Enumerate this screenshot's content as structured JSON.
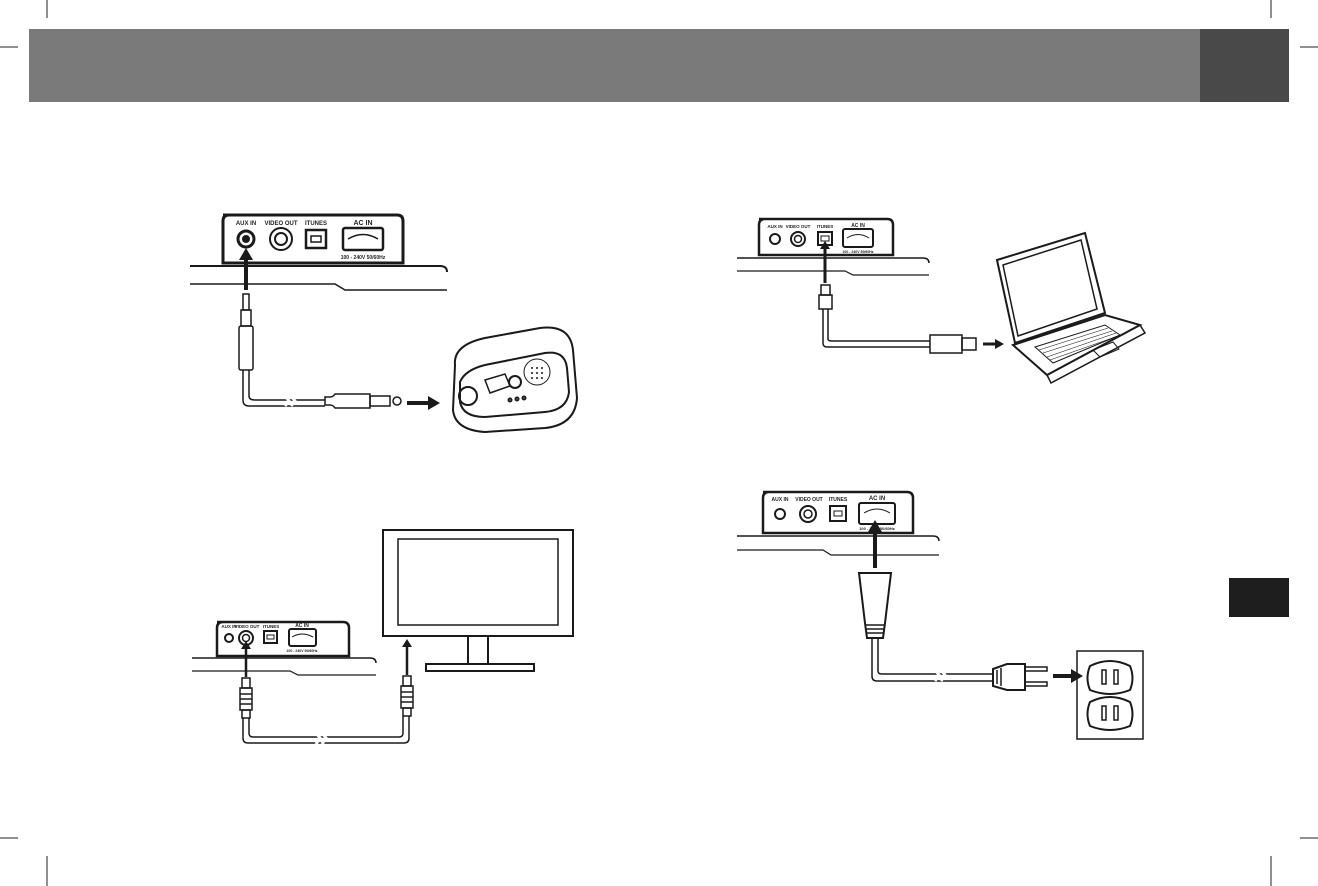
{
  "panel_labels": {
    "aux_in": "AUX IN",
    "video_out": "VIDEO OUT",
    "itunes": "ITUNES",
    "ac_in": "AC IN",
    "voltage": "100 - 240V 50/60Hz"
  },
  "colors": {
    "header_bar": "#7b7a7a",
    "header_tab": "#4a4949",
    "side_tab": "#1f1e1e",
    "line": "#1a1a1a"
  },
  "icons": [
    "crop-mark-icon",
    "audio-plug-icon",
    "speaker-player-icon",
    "usb-cable-icon",
    "laptop-icon",
    "tv-icon",
    "rca-cable-icon",
    "power-plug-icon",
    "wall-outlet-icon"
  ]
}
